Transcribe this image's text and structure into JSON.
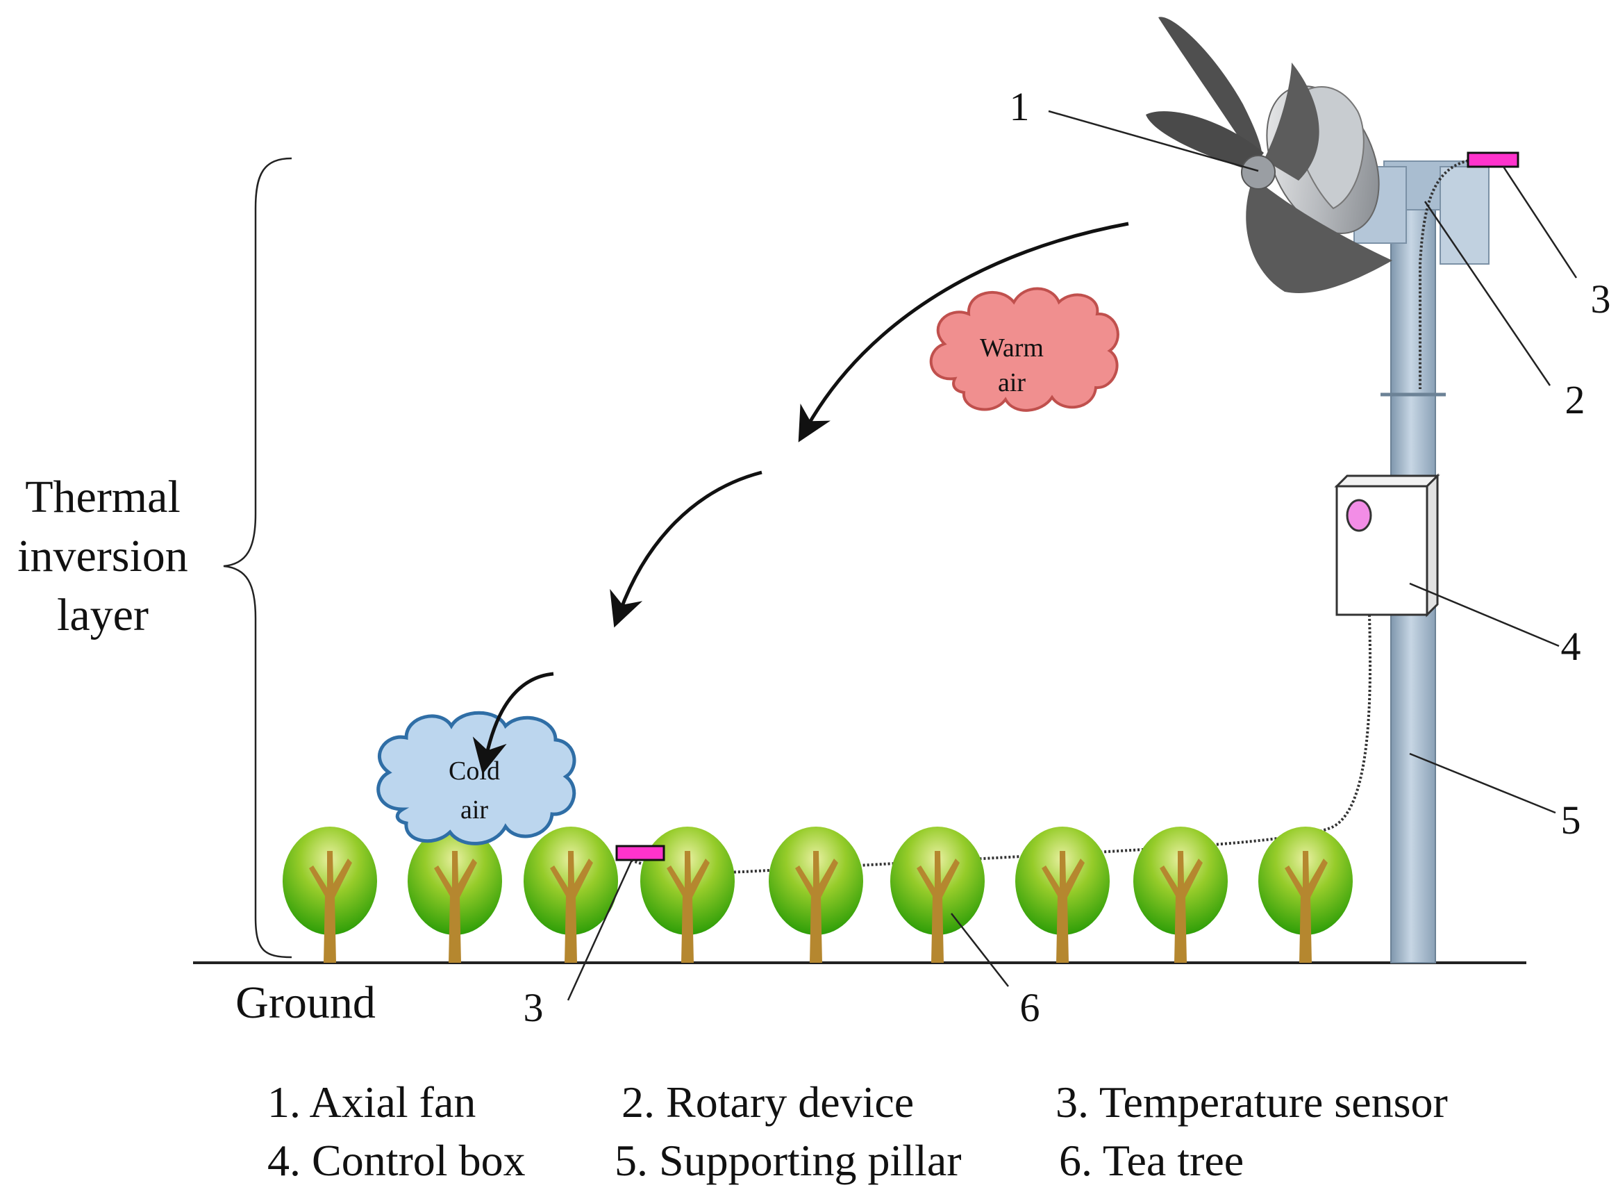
{
  "labels": {
    "thermal": [
      "Thermal",
      "inversion",
      "layer"
    ],
    "ground": "Ground",
    "warm_air": [
      "Warm",
      "air"
    ],
    "cold_air": [
      "Cold",
      "air"
    ]
  },
  "callouts": {
    "fan": "1",
    "rotary": "2",
    "sensor_top": "3",
    "sensor_ground": "3",
    "control_box": "4",
    "pillar": "5",
    "tea_tree": "6"
  },
  "legend": [
    "1. Axial fan",
    "2. Rotary device",
    "3. Temperature sensor",
    "4. Control box",
    "5. Supporting pillar",
    "6. Tea tree"
  ],
  "colors": {
    "warm_cloud": "#f08f8f",
    "warm_cloud_edge": "#c0504d",
    "cold_cloud": "#bcd6ee",
    "cold_cloud_edge": "#2f6ea6",
    "sensor": "#ff33cc",
    "pillar": "#9db3c8",
    "fan_blade": "#555555",
    "tree_canopy": "#7cc21d",
    "tree_trunk": "#b5872f"
  }
}
